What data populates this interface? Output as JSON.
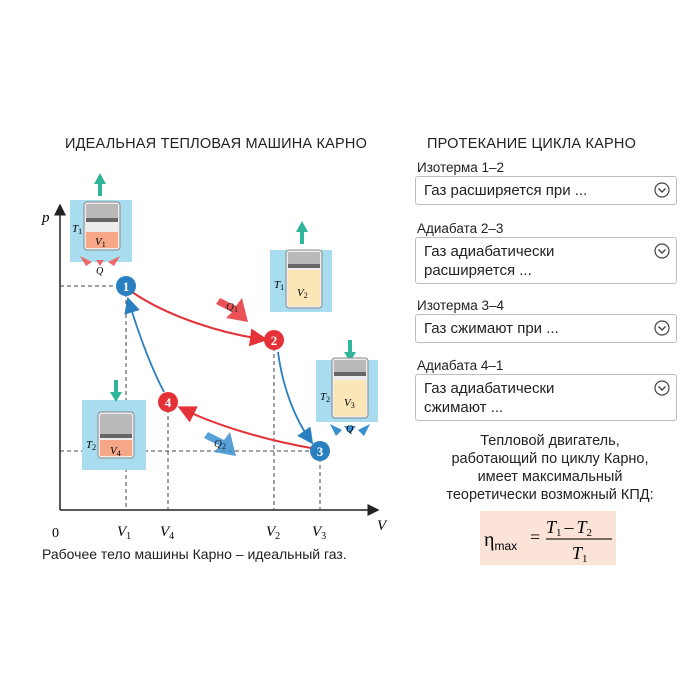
{
  "left_title": "ИДЕАЛЬНАЯ ТЕПЛОВАЯ МАШИНА КАРНО",
  "right_title": "ПРОТЕКАНИЕ ЦИКЛА КАРНО",
  "caption": "Рабочее тело машины Карно – идеальный газ.",
  "questions": [
    {
      "label": "Изотерма 1–2",
      "answer_line1": "Газ расширяется при ...",
      "answer_line2": ""
    },
    {
      "label": "Адиабата 2–3",
      "answer_line1": "Газ адиабатически",
      "answer_line2": "расширяется ..."
    },
    {
      "label": "Изотерма 3–4",
      "answer_line1": "Газ сжимают при ...",
      "answer_line2": ""
    },
    {
      "label": "Адиабата 4–1",
      "answer_line1": "Газ адиабатически",
      "answer_line2": "сжимают ..."
    }
  ],
  "conclusion": [
    "Тепловой двигатель,",
    "работающий по циклу Карно,",
    "имеет максимальный",
    "теоретически возможный КПД:"
  ],
  "formula": {
    "lhs": "η",
    "lhs_sub": "max",
    "equals": "=",
    "num_a": "T",
    "num_a_sub": "1",
    "minus": "–",
    "num_b": "T",
    "num_b_sub": "2",
    "den": "T",
    "den_sub": "1"
  },
  "diagram": {
    "axis_p": "p",
    "axis_v": "V",
    "origin": "0",
    "vlabels": [
      {
        "t": "V",
        "s": "1"
      },
      {
        "t": "V",
        "s": "4"
      },
      {
        "t": "V",
        "s": "2"
      },
      {
        "t": "V",
        "s": "3"
      }
    ],
    "points": [
      "1",
      "2",
      "3",
      "4"
    ],
    "q_label": "Q",
    "q1_sub": "1",
    "q2_sub": "2",
    "piston_T": [
      {
        "t": "T",
        "s": "1"
      },
      {
        "t": "T",
        "s": "1"
      },
      {
        "t": "T",
        "s": "2"
      },
      {
        "t": "T",
        "s": "2"
      }
    ],
    "piston_V": [
      {
        "t": "V",
        "s": "1"
      },
      {
        "t": "V",
        "s": "2"
      },
      {
        "t": "V",
        "s": "3"
      },
      {
        "t": "V",
        "s": "4"
      }
    ]
  },
  "colors": {
    "isotherm_hot": "#e53238",
    "adiabat": "#2a7fc1",
    "water": "#a8dcef",
    "accent_green": "#2fb59a",
    "formula_bg": "#fbe3d8"
  }
}
